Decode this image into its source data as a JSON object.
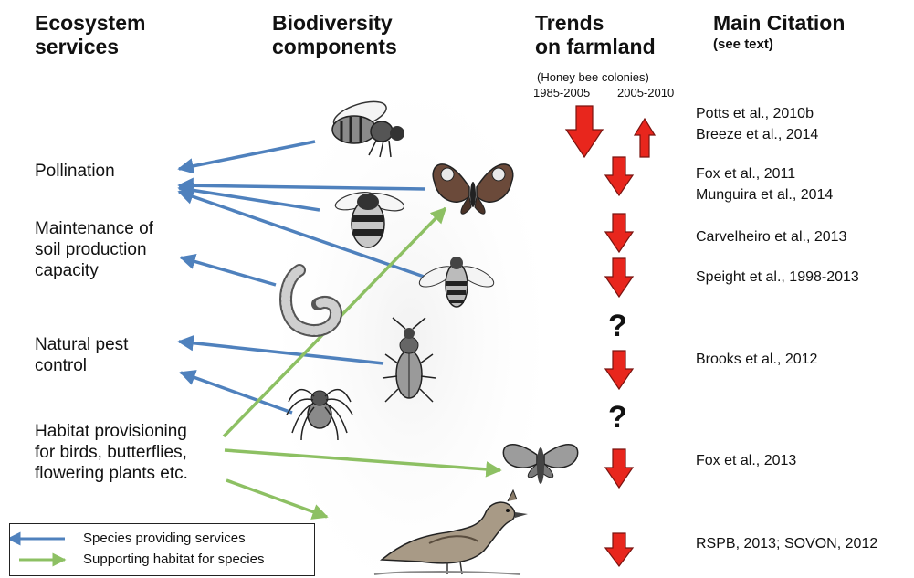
{
  "headers": {
    "services": "Ecosystem\nservices",
    "biodiversity": "Biodiversity\ncomponents",
    "trends": "Trends\non farmland",
    "citation": "Main Citation",
    "citation_sub": "(see text)"
  },
  "trend_notes": {
    "honey_bee": "(Honey bee colonies)",
    "period_1": "1985-2005",
    "period_2": "2005-2010",
    "unknown": "?"
  },
  "services": [
    {
      "label": "Pollination"
    },
    {
      "label": "Maintenance of\nsoil production\ncapacity"
    },
    {
      "label": "Natural pest\ncontrol"
    },
    {
      "label": "Habitat provisioning\nfor birds, butterflies,\nflowering plants etc."
    }
  ],
  "species": [
    {
      "icon": "honey-bee-icon"
    },
    {
      "icon": "peacock-butterfly-icon"
    },
    {
      "icon": "bumblebee-icon"
    },
    {
      "icon": "hoverfly-icon"
    },
    {
      "icon": "earthworm-icon"
    },
    {
      "icon": "ground-beetle-icon"
    },
    {
      "icon": "spider-icon"
    },
    {
      "icon": "moth-icon"
    },
    {
      "icon": "skylark-icon"
    }
  ],
  "citations": [
    "Potts et al., 2010b",
    "Breeze et al., 2014",
    "Fox et al., 2011",
    "Munguira et al., 2014",
    "Carvelheiro et al., 2013",
    "Speight et al., 1998-2013",
    "Brooks et al., 2012",
    "Fox et al., 2013",
    "RSPB, 2013; SOVON, 2012"
  ],
  "legend": {
    "blue": "Species providing services",
    "green": "Supporting habitat for species"
  },
  "colors": {
    "blue_arrow": "#4f81bd",
    "green_arrow": "#8dc063",
    "trend_arrow": "#e8261d"
  }
}
